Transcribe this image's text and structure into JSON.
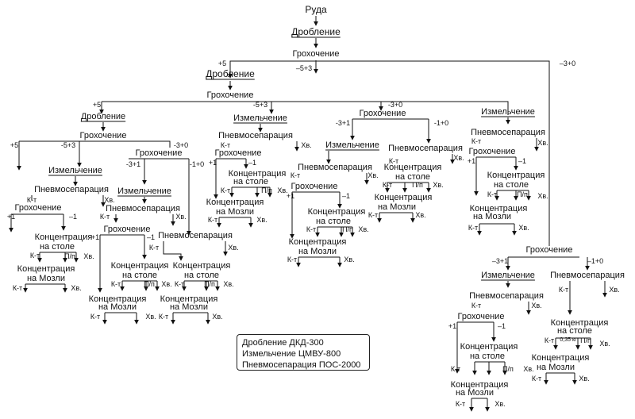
{
  "labels": {
    "ore": "Руда",
    "crushing": "Дробление",
    "screening": "Грохочение",
    "grinding": "Измельчение",
    "pneumo": "Пневмосепарация",
    "conc": "Концентрация",
    "on_table": "на столе",
    "mozley": "на Мозли",
    "kt": "К-т",
    "kt_alt": "К-т",
    "tail": "Хв.",
    "pp": "П/п",
    "p5": "+5",
    "m5p3": "–5+3",
    "m5p3_b": "-5+3",
    "m3p0": "–3+0",
    "m3p0_b": "-3+0",
    "m3p1": "–3+1",
    "m3p1_b": "-3+1",
    "m1p0": "–1+0",
    "m1p0_b": "-1+0",
    "p1": "+1",
    "m1": "–1",
    "m1_b": "-1",
    "kt_small": "0,35 кг"
  },
  "legend": [
    "Дробление ДКД-300",
    "Измельчение ЦМВУ-800",
    "Пневмосепарация ПОС-2000"
  ]
}
